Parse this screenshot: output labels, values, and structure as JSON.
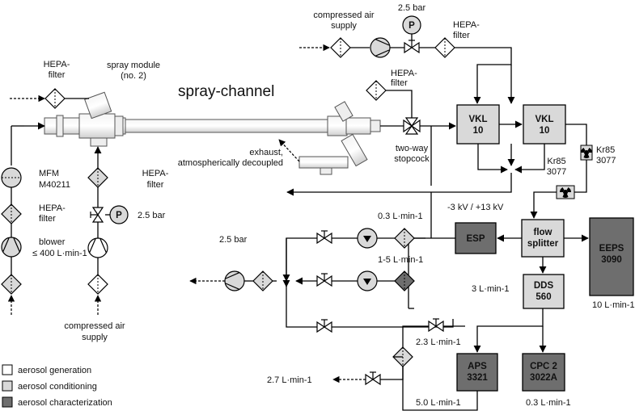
{
  "title": "spray-channel",
  "colors": {
    "generation": "#ffffff",
    "conditioning": "#d9d9d9",
    "characterization": "#6e6e6e"
  },
  "labels": {
    "compressed_air_supply_top": [
      "compressed air",
      "supply"
    ],
    "pressure_top": "2.5 bar",
    "hepa_top": [
      "HEPA-",
      "filter"
    ],
    "hepa_left": [
      "HEPA-",
      "filter"
    ],
    "spray_module": [
      "spray module",
      "(no. 2)"
    ],
    "hepa_mid": [
      "HEPA-",
      "filter"
    ],
    "exhaust": [
      "exhaust,",
      "atmospherically decoupled"
    ],
    "two_way": [
      "two-way",
      "stopcock"
    ],
    "kr_right": [
      "Kr85",
      "3077"
    ],
    "kr_left": [
      "Kr85",
      "3077"
    ],
    "mfm": [
      "MFM",
      "M40211"
    ],
    "hepa_mfm": [
      "HEPA-",
      "filter"
    ],
    "blower": [
      "blower",
      "≤ 400 L·min-1"
    ],
    "hepa_spray": [
      "HEPA-",
      "filter"
    ],
    "pressure_spray": "2.5 bar",
    "compressed_air_supply_bottom": [
      "compressed air",
      "supply"
    ],
    "voltage": "-3 kV / +13 kV",
    "flow_03_top": "0.3 L·min-1",
    "flow_1_5": "1-5 L·min-1",
    "pressure_manifold": "2.5 bar",
    "flow_3": "3 L·min-1",
    "flow_10": "10 L·min-1",
    "flow_2_3": "2.3 L·min-1",
    "flow_2_7": "2.7 L·min-1",
    "flow_5_0": "5.0 L·min-1",
    "flow_03_cpc": "0.3 L·min-1"
  },
  "boxes": {
    "vkl1": [
      "VKL",
      "10"
    ],
    "vkl2": [
      "VKL",
      "10"
    ],
    "flow_splitter": [
      "flow",
      "splitter"
    ],
    "esp": "ESP",
    "eeps": [
      "EEPS",
      "3090"
    ],
    "dds": [
      "DDS",
      "560"
    ],
    "aps": [
      "APS",
      "3321"
    ],
    "cpc": [
      "CPC 2",
      "3022A"
    ]
  },
  "pump_symbol": "P",
  "legend": [
    {
      "label": "aerosol generation",
      "color": "#ffffff"
    },
    {
      "label": "aerosol conditioning",
      "color": "#d9d9d9"
    },
    {
      "label": "aerosol characterization",
      "color": "#6e6e6e"
    }
  ],
  "icons": [
    "filter-icon",
    "pump-icon",
    "valve-icon",
    "blower-icon",
    "radioactive-icon",
    "flow-meter-icon",
    "arrow-icon"
  ]
}
